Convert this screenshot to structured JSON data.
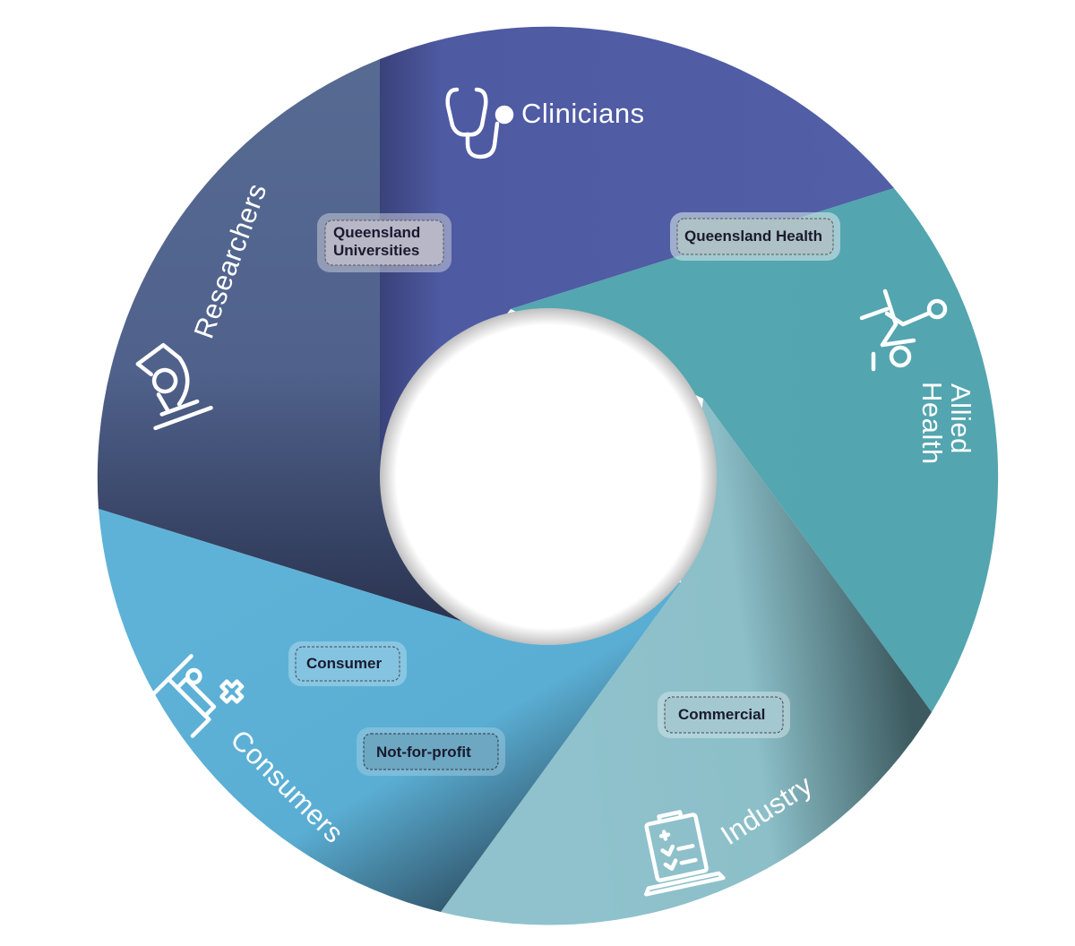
{
  "diagram": {
    "segments": [
      {
        "id": "clinicians",
        "label": "Clinicians",
        "icon": "stethoscope-icon",
        "color": "#505ca4"
      },
      {
        "id": "allied-health",
        "label_lines": [
          "Allied",
          "Health"
        ],
        "icon": "physiotherapy-icon",
        "color": "#54a6b0"
      },
      {
        "id": "industry",
        "label": "Industry",
        "icon": "clipboard-laptop-icon",
        "color": "#8fc2cc"
      },
      {
        "id": "consumers",
        "label": "Consumers",
        "icon": "hospital-bed-icon",
        "color": "#5eb1d6"
      },
      {
        "id": "researchers",
        "label": "Researchers",
        "icon": "microscope-icon",
        "color": "#53648f"
      }
    ],
    "tags": [
      {
        "id": "queensland-universities",
        "lines": [
          "Queensland",
          "Universities"
        ]
      },
      {
        "id": "queensland-health",
        "lines": [
          "Queensland Health"
        ]
      },
      {
        "id": "consumer",
        "lines": [
          "Consumer"
        ]
      },
      {
        "id": "not-for-profit",
        "lines": [
          "Not-for-profit"
        ]
      },
      {
        "id": "commercial",
        "lines": [
          "Commercial"
        ]
      }
    ]
  }
}
